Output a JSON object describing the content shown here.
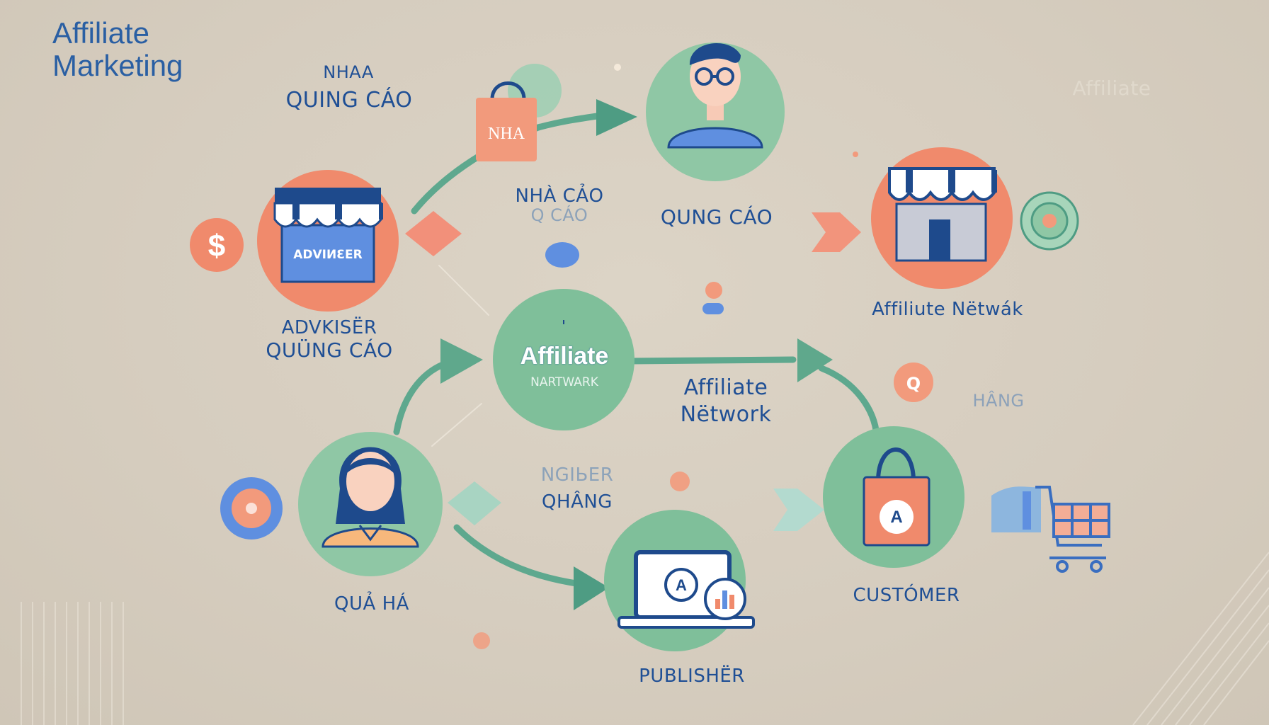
{
  "title": {
    "line1": "Affiliate",
    "line2": "Marketing"
  },
  "labels": {
    "top_left_line1": "NHAA",
    "top_left_line2": "QUING CÁO",
    "bag_tag": "NHA",
    "mid_upper_line1": "NHÀ   CẢO",
    "mid_upper_line2": "Q    CÁO",
    "right_upper": "QUNG CÁO",
    "affiliate_network_right": "Affiliute Nëtwák",
    "advertiser_sign": "ADVIИƐER",
    "advertiser_line1": "ADVKISËR",
    "advertiser_line2": "QUÜNG CÁO",
    "center_title": "Affiliate",
    "center_sub": "NARTWARK",
    "affiliate_network_mid_line1": "Affiliate",
    "affiliate_network_mid_line2": "Nëtwork",
    "hang": "HÂNG",
    "nguoi_line1": "NGIЬЕR",
    "nguoi_line2": "QHÂNG",
    "qua_ha": "QUẢ HÁ",
    "customer": "CUSTÓMER",
    "publisher": "PUBLISHËR",
    "faint_top_right": "Affiliate",
    "dollar": "$",
    "badge_a": "A",
    "bag_a": "A",
    "laptop_a": "A",
    "small_q": "Q"
  },
  "colors": {
    "coral": "#f08a6c",
    "mint": "#8ec6a3",
    "green_arrow": "#4f9e86",
    "navy": "#1e4a8c",
    "blue": "#5f8fe0"
  },
  "icons": [
    "shopping-bag-icon",
    "man-avatar-icon",
    "storefront-icon",
    "shop-icon",
    "dollar-icon",
    "target-icon",
    "woman-avatar-icon",
    "laptop-icon",
    "bar-chart-icon",
    "cart-icon",
    "arrow-icon"
  ]
}
